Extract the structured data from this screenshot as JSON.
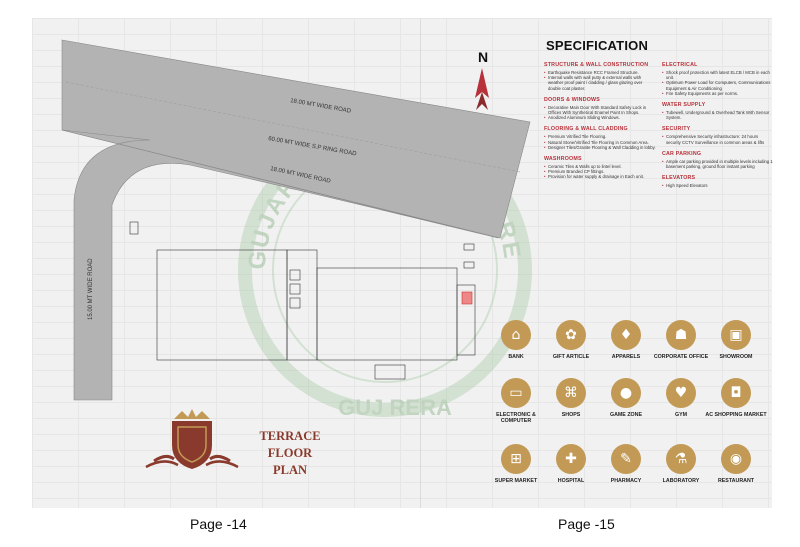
{
  "pages": {
    "left": "Page -14",
    "right": "Page -15"
  },
  "plan": {
    "title_line1": "TERRACE FLOOR",
    "title_line2": "PLAN",
    "roads": {
      "road_top": "18.00 MT WIDE ROAD",
      "road_ring": "60.00 MT WIDE S.P RING ROAD",
      "road_mid": "18.00 MT WIDE ROAD",
      "road_left": "15.00 MT WIDE ROAD"
    },
    "compass_label": "N",
    "watermark": {
      "top": "GUJARAT REAL ESTATE REGULATORY AUTHORITY",
      "bottom": "GUJ RERA"
    }
  },
  "spec": {
    "title": "SPECIFICATION",
    "left_sections": [
      {
        "head": "STRUCTURE & WALL CONSTRUCTION",
        "items": [
          "Earthquake Resistance RCC Framed Structure.",
          "Internal walls with wall putty & external walls with weather proof paint / cladding / glass glazing over double coat plaster."
        ]
      },
      {
        "head": "DOORS & WINDOWS",
        "items": [
          "Decorative Main Door With Standard Safety Lock in Offices With Synthetical Enamel Paint In Shops.",
          "Anodized Aluminum Sliding Windows."
        ]
      },
      {
        "head": "FLOORING & WALL CLADDING",
        "items": [
          "Premium Vitrified Tile Flooring.",
          "Natural Stone/Vitrified Tile Flooring in Common Area.",
          "Designer Tiles/Granite Flooring & Wall Cladding in lobby."
        ]
      },
      {
        "head": "WASHROOMS",
        "items": [
          "Ceramic Tiles & Walls up to lintel level.",
          "Premium Branded CP fittings.",
          "Provision for water supply & drainage in Each unit."
        ]
      }
    ],
    "right_sections": [
      {
        "head": "ELECTRICAL",
        "items": [
          "Shock proof protection with latest ELCB / MCB in each unit.",
          "Optimum Power Load for Computers, Communications Equipment & Air Conditioning",
          "Fire Safety Equipments as per norms."
        ]
      },
      {
        "head": "WATER SUPPLY",
        "items": [
          "Tubewell, Underground & Overhead Tank With Sensor System."
        ]
      },
      {
        "head": "SECURITY",
        "items": [
          "Comprehensive Security infrastructure: 24 hours security CCTV Surveillance in common areas & lifts"
        ]
      },
      {
        "head": "CAR PARKING",
        "items": [
          "Ample car parking provided in multiple levels including 1 basement parking, ground floor instant parking"
        ]
      },
      {
        "head": "ELEVATORS",
        "items": [
          "High Speed Elevators"
        ]
      }
    ]
  },
  "amenities": [
    {
      "label": "BANK",
      "icon": "bank-icon",
      "glyph": "⌂"
    },
    {
      "label": "GIFT ARTICLE",
      "icon": "gift-icon",
      "glyph": "✿"
    },
    {
      "label": "APPARELS",
      "icon": "shirt-icon",
      "glyph": "♦"
    },
    {
      "label": "CORPORATE OFFICE",
      "icon": "office-icon",
      "glyph": "☗"
    },
    {
      "label": "SHOWROOM",
      "icon": "showroom-icon",
      "glyph": "▣"
    },
    {
      "label": "ELECTRONIC & COMPUTER",
      "icon": "computer-icon",
      "glyph": "▭"
    },
    {
      "label": "SHOPS",
      "icon": "shop-icon",
      "glyph": "⌘"
    },
    {
      "label": "GAME ZONE",
      "icon": "game-icon",
      "glyph": "●"
    },
    {
      "label": "GYM",
      "icon": "gym-icon",
      "glyph": "♥"
    },
    {
      "label": "AC SHOPPING MARKET",
      "icon": "shopping-bag-icon",
      "glyph": "◘"
    },
    {
      "label": "SUPER MARKET",
      "icon": "cart-icon",
      "glyph": "⊞"
    },
    {
      "label": "HOSPITAL",
      "icon": "hospital-icon",
      "glyph": "✚"
    },
    {
      "label": "PHARMACY",
      "icon": "pharmacy-icon",
      "glyph": "✎"
    },
    {
      "label": "LABORATORY",
      "icon": "lab-icon",
      "glyph": "⚗"
    },
    {
      "label": "RESTAURANT",
      "icon": "restaurant-icon",
      "glyph": "◉"
    }
  ],
  "colors": {
    "accent": "#b8313a",
    "gold": "#c29a55",
    "road": "#b3b3b3",
    "logo": "#8a3a2c"
  }
}
